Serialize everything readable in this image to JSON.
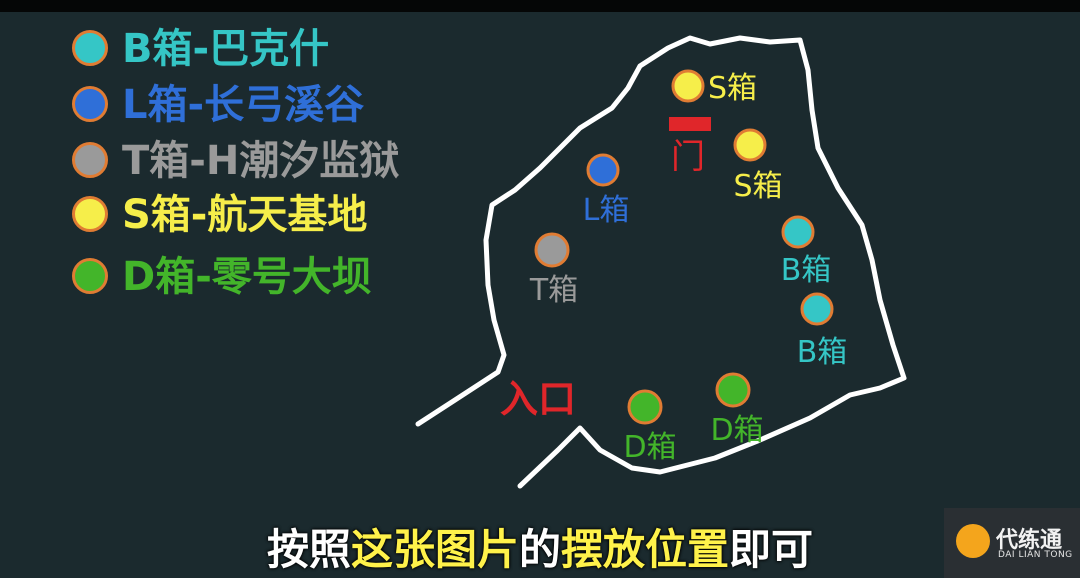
{
  "legend": [
    {
      "label": "B箱-巴克什",
      "color": "#35c6c6"
    },
    {
      "label": "L箱-长弓溪谷",
      "color": "#2f6fd8"
    },
    {
      "label": "T箱-H潮汐监狱",
      "color": "#9a9a9a"
    },
    {
      "label": "S箱-航天基地",
      "color": "#f6ee4a"
    },
    {
      "label": "D箱-零号大坝",
      "color": "#43b52a"
    }
  ],
  "map": {
    "door_label": "门",
    "entrance_label": "入口",
    "markers": [
      {
        "type": "S",
        "label": "S箱",
        "color": "#f6ee4a"
      },
      {
        "type": "S",
        "label": "S箱",
        "color": "#f6ee4a"
      },
      {
        "type": "L",
        "label": "L箱",
        "color": "#2f6fd8"
      },
      {
        "type": "T",
        "label": "T箱",
        "color": "#9a9a9a"
      },
      {
        "type": "B",
        "label": "B箱",
        "color": "#35c6c6"
      },
      {
        "type": "B",
        "label": "B箱",
        "color": "#35c6c6"
      },
      {
        "type": "D",
        "label": "D箱",
        "color": "#43b52a"
      },
      {
        "type": "D",
        "label": "D箱",
        "color": "#43b52a"
      }
    ]
  },
  "subtitle": {
    "parts": [
      "按照",
      "这张图片",
      "的",
      "摆放位置",
      "即可"
    ]
  },
  "watermark": {
    "name": "代练通",
    "sub": "DAI LIAN TONG"
  }
}
